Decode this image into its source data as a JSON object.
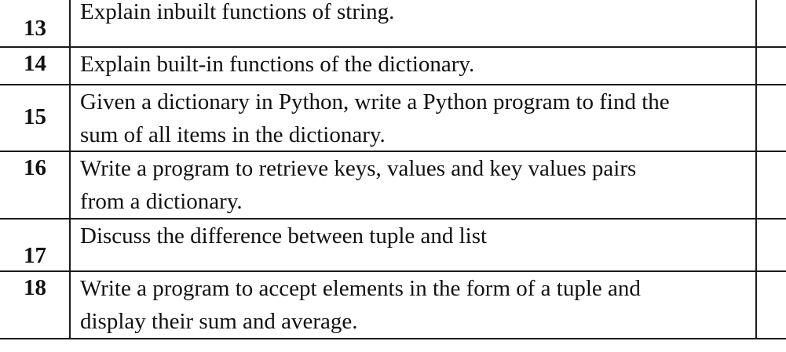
{
  "questions": [
    {
      "number": "13",
      "lines": [
        "Explain inbuilt functions of string."
      ]
    },
    {
      "number": "14",
      "lines": [
        "Explain built-in functions of the dictionary."
      ]
    },
    {
      "number": "15",
      "lines": [
        "Given a dictionary in Python, write a Python program to find the",
        "sum of all items in the dictionary."
      ]
    },
    {
      "number": "16",
      "lines": [
        "Write a program to retrieve keys, values and key values pairs",
        "from a dictionary."
      ]
    },
    {
      "number": "17",
      "lines": [
        "Discuss the difference between tuple and list"
      ]
    },
    {
      "number": "18",
      "lines": [
        "Write a program to accept elements in the form of a tuple and",
        "display their sum and average."
      ]
    }
  ]
}
